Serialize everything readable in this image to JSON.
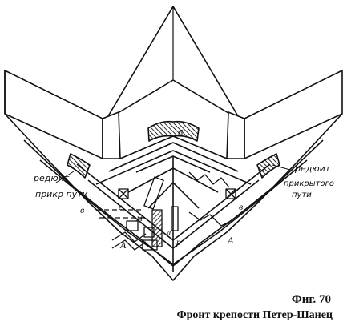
{
  "caption": {
    "figure_number": "Фиг. 70",
    "title": "Фронт крепости Петер-Шанец"
  },
  "labels": {
    "redoubt_left": "редюит",
    "covered_way_left": "прикр пути",
    "redoubt_right": "редюит",
    "covered_way_right_1": "прикрытого",
    "covered_way_right_2": "пути"
  },
  "letters": {
    "b": "б",
    "m": "м",
    "l": "л",
    "r": "р",
    "g": "г",
    "v_left": "в",
    "v_right": "в",
    "a_left": "А",
    "a_right": "А"
  }
}
